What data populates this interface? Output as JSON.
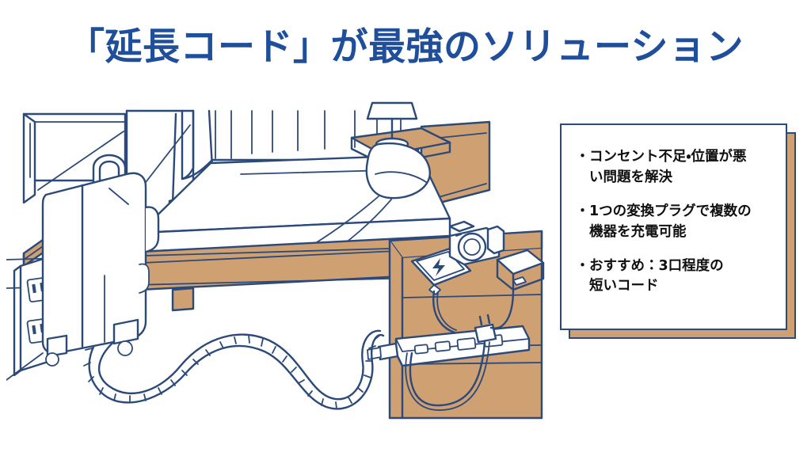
{
  "slide": {
    "title": "「延長コード」が最強のソリューション",
    "background_color": "#FFFFFF",
    "title_color": "#1F4E9B",
    "accent_tan": "#CFA071",
    "line_blue": "#2C4A79"
  },
  "card": {
    "bullet_marker": "・",
    "border_color": "#2C4A79",
    "fill_color": "#FFFFFF",
    "shadow_color": "#CFA071",
    "bullets": [
      {
        "line1": "コンセント不足・位置が悪",
        "line2": "い問題を解決"
      },
      {
        "line1": "1つの変換プラグで複数の",
        "line2": "機器を充電可能"
      },
      {
        "line1": "おすすめ：3口程度の",
        "line2": "短いコード"
      }
    ]
  },
  "illustration": {
    "alt": "ホテル客室のイラスト：壁のコンセントから延長コードがベッドサイドテーブルの電源タップまで伸び、スマートフォンとカメラが充電されている",
    "objects": [
      "wall-outlet",
      "power-plug",
      "extension-cord",
      "suitcase",
      "chair",
      "desk-shelf",
      "mirror",
      "curtain",
      "bed",
      "pillow",
      "headboard",
      "nightstand",
      "table-lamp",
      "smartphone",
      "charging-bolt-icon",
      "camera",
      "charger-brick",
      "power-strip"
    ]
  }
}
